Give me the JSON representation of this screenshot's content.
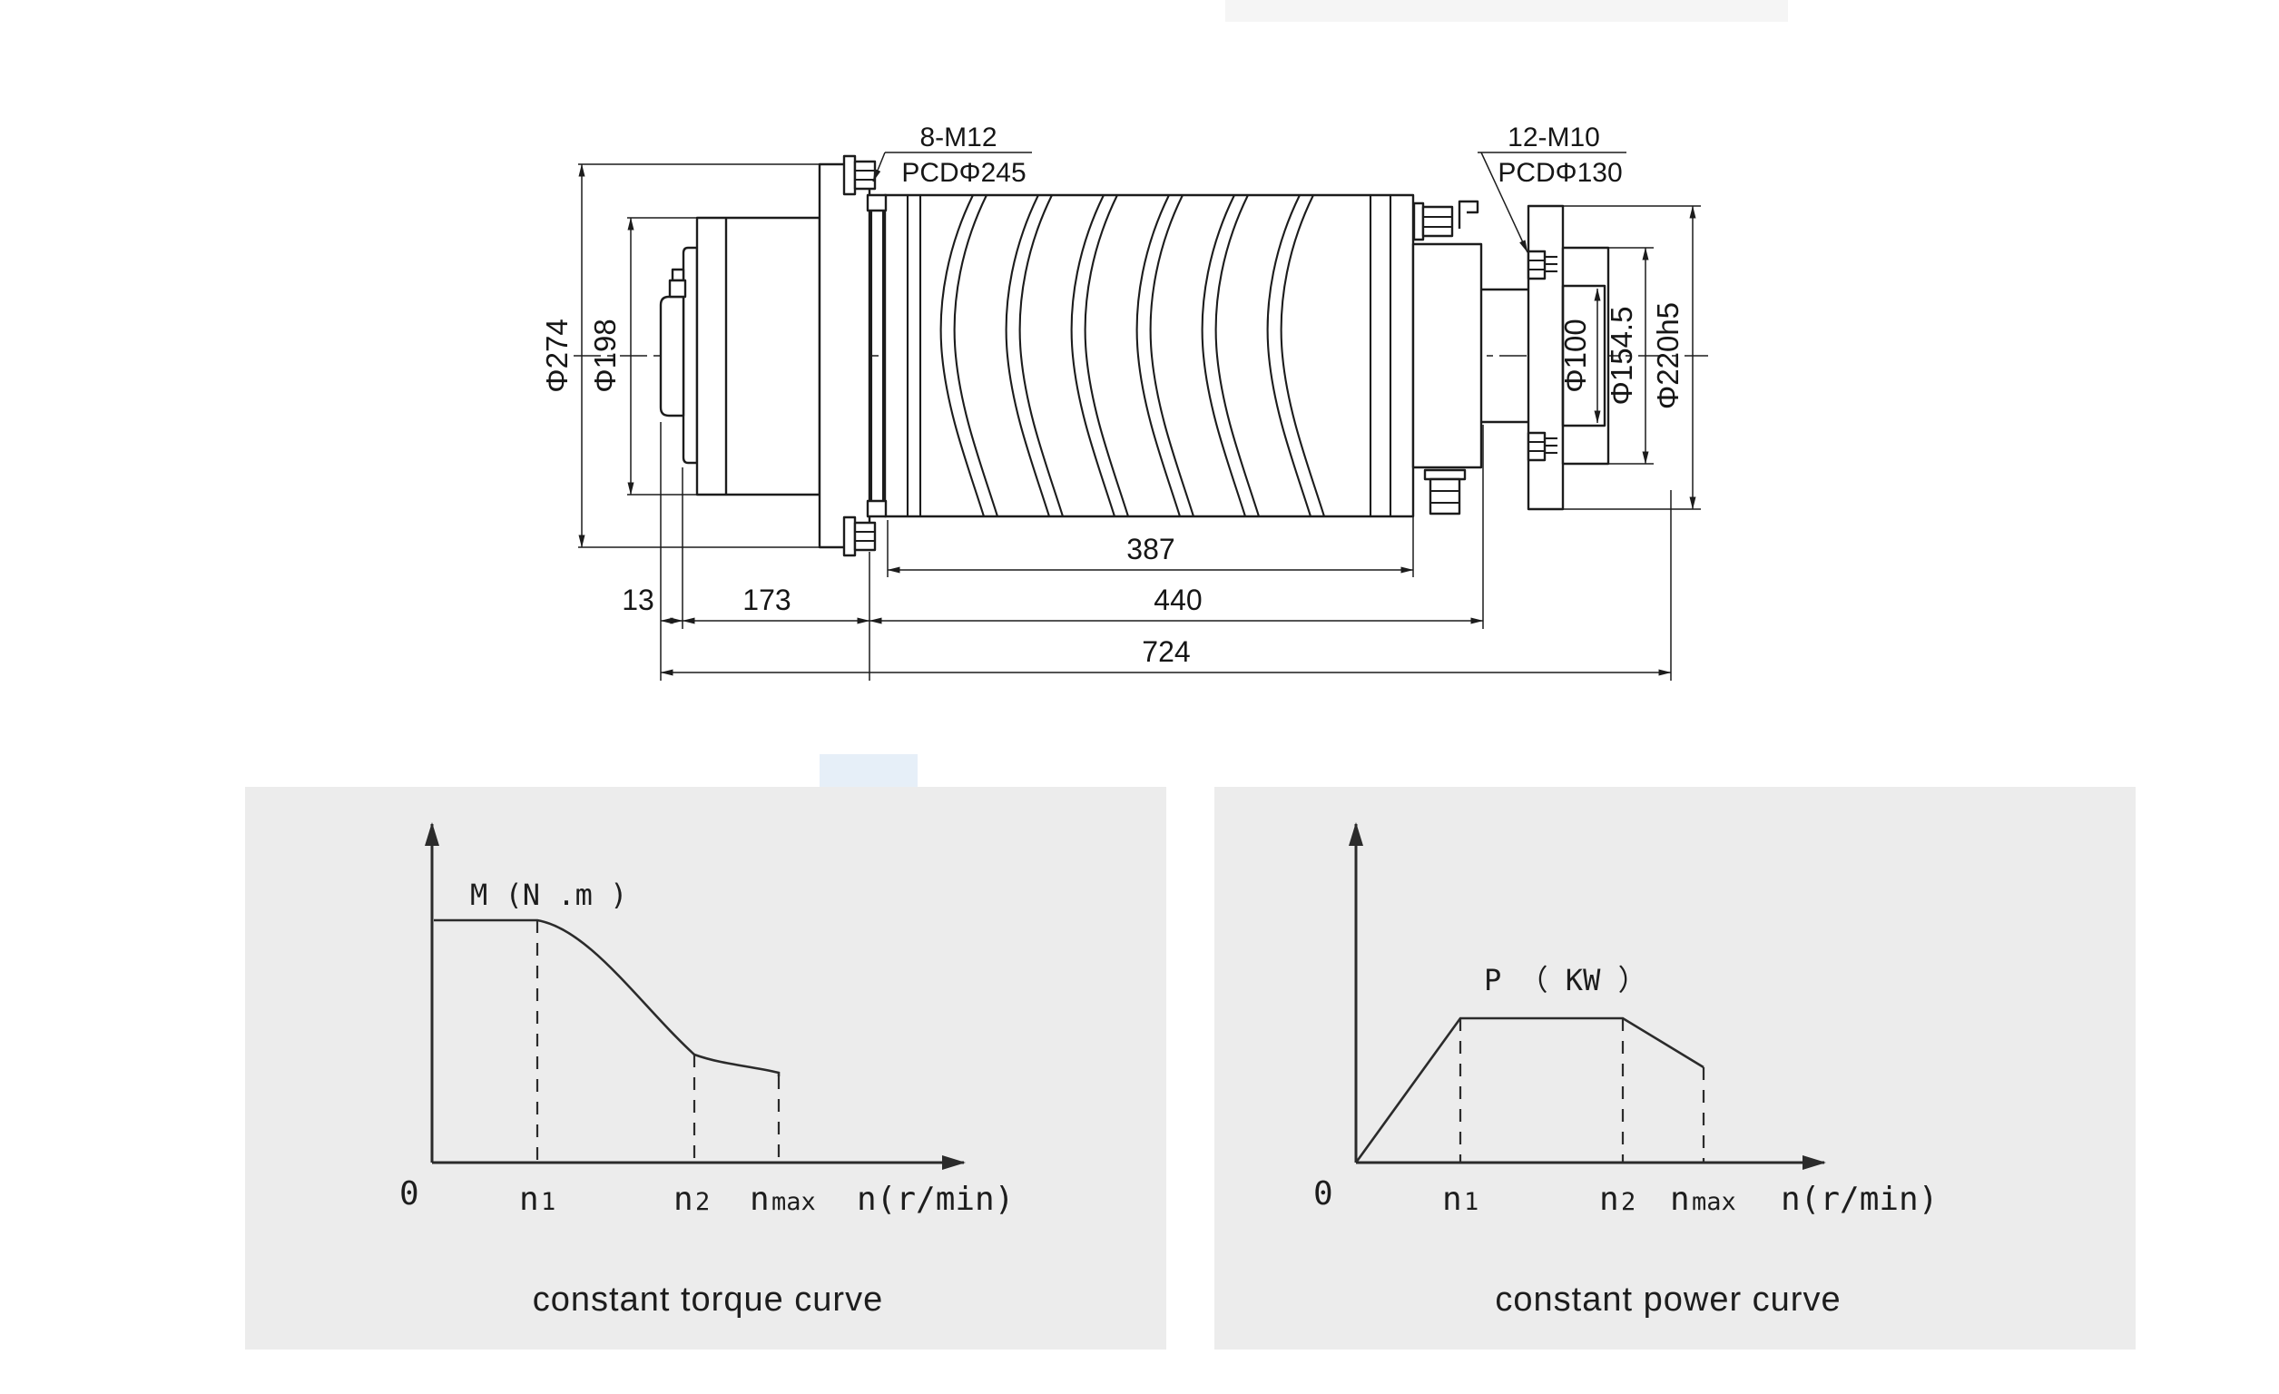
{
  "page": {
    "background": "#ffffff",
    "line_color": "#1c1c1c",
    "panel_color": "#ececec"
  },
  "drawing": {
    "labels": {
      "m12_line1": "8-M12",
      "m12_line2": "PCDΦ245",
      "m10_line1": "12-M10",
      "m10_line2": "PCDΦ130"
    },
    "dia": {
      "d274": "Φ274",
      "d198": "Φ198",
      "d100": "Φ100",
      "d154": "Φ154.5",
      "d220": "Φ220h5"
    },
    "len": {
      "l13": "13",
      "l173": "173",
      "l387": "387",
      "l440": "440",
      "l724": "724"
    }
  },
  "charts": {
    "ticks": {
      "zero": "0",
      "n_base": "n",
      "n1_sub": "1",
      "n2_sub": "2",
      "nmax_sub": "max",
      "axis": "n(r/min)"
    },
    "torque": {
      "ylabel": "M (N .m )",
      "caption": "constant torque curve"
    },
    "power": {
      "ylabel": "P （ KW ）",
      "caption": "constant power curve"
    }
  },
  "chart_data": [
    {
      "type": "line",
      "title": "constant torque curve",
      "xlabel": "n(r/min)",
      "ylabel": "M(N.m)",
      "x_ticks": [
        "0",
        "n1",
        "n2",
        "nmax"
      ],
      "grid": false,
      "legend": "none",
      "series": [
        {
          "name": "torque M",
          "points_norm": [
            [
              0.0,
              1.0
            ],
            [
              0.2,
              1.0
            ],
            [
              0.49,
              0.44
            ],
            [
              0.65,
              0.37
            ]
          ],
          "shape": "constant torque up to n1, hyperbolic decrease n1→n2, gentle decrease n2→nmax"
        }
      ]
    },
    {
      "type": "line",
      "title": "constant power curve",
      "xlabel": "n(r/min)",
      "ylabel": "P(KW)",
      "x_ticks": [
        "0",
        "n1",
        "n2",
        "nmax"
      ],
      "grid": false,
      "legend": "none",
      "series": [
        {
          "name": "power P",
          "points_norm": [
            [
              0.0,
              0.0
            ],
            [
              0.23,
              1.0
            ],
            [
              0.58,
              1.0
            ],
            [
              0.76,
              0.66
            ]
          ],
          "shape": "linear rise 0→n1, constant power n1→n2, linear decrease n2→nmax"
        }
      ]
    }
  ]
}
